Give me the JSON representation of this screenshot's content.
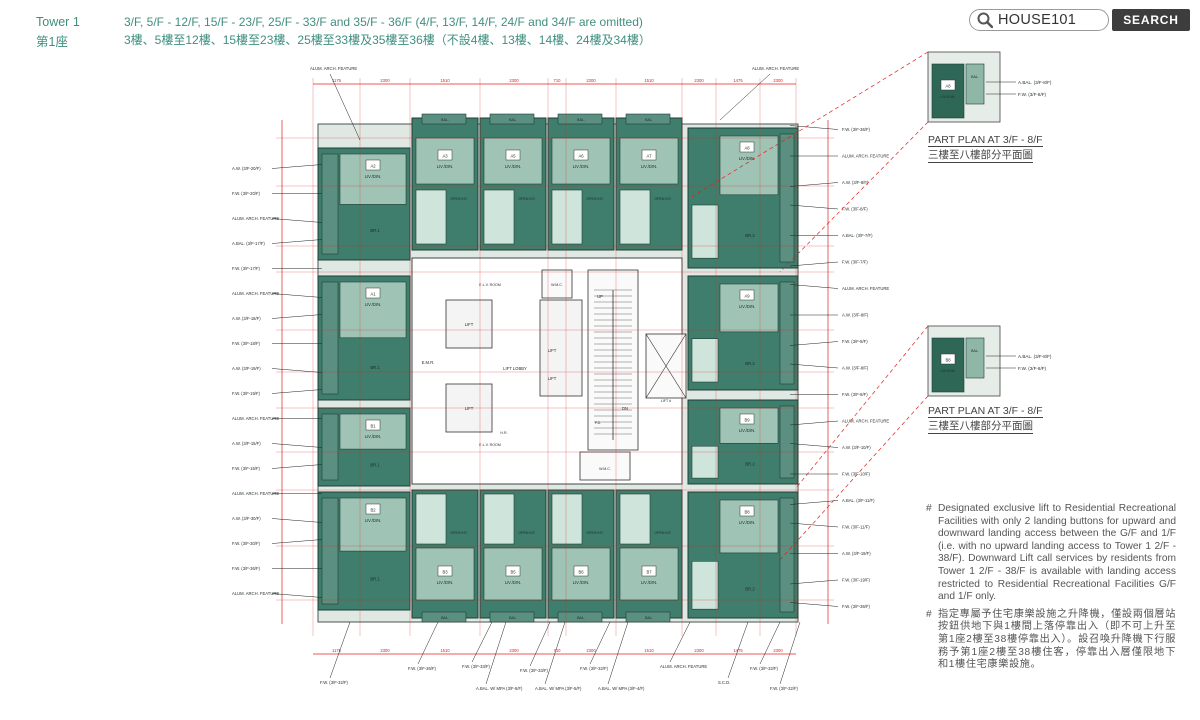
{
  "header": {
    "tower_en": "Tower 1",
    "tower_zh": "第1座",
    "floors_en": "3/F, 5/F - 12/F, 15/F - 23/F, 25/F - 33/F and 35/F - 36/F (4/F, 13/F, 14/F, 24/F and 34/F are omitted)",
    "floors_zh": "3樓、5樓至12樓、15樓至23樓、25樓至33樓及35樓至36樓（不設4樓、13樓、14樓、24樓及34樓）"
  },
  "search": {
    "brand": "HOUSE101",
    "button_label": "SEARCH"
  },
  "part_plans": [
    {
      "caption_en": "PART PLAN AT 3/F - 8/F",
      "caption_zh": "三樓至八樓部分平面圖"
    },
    {
      "caption_en": "PART PLAN AT 3/F - 8/F",
      "caption_zh": "三樓至八樓部分平面圖"
    }
  ],
  "notes": [
    {
      "mark": "#",
      "text": "Designated exclusive lift to Residential Recreational Facilities with only 2 landing buttons for upward and downward landing access between the G/F and 1/F (i.e. with no upward landing access to Tower 1 2/F - 38/F). Downward Lift call services by residents from Tower 1 2/F - 38/F is available with landing access restricted to Residential Recreational Facilities G/F and 1/F only."
    },
    {
      "mark": "#",
      "text": "指定專屬予住宅康樂設施之升降機，僅設兩個層站按鈕供地下與1樓間上落停靠出入（即不可上升至第1座2樓至38樓停靠出入）。設召喚升降機下行服務予第1座2樓至38樓住客，停靠出入層僅限地下和1樓住宅康樂設施。"
    }
  ],
  "plan": {
    "units_top": [
      "A3",
      "A5",
      "A6",
      "A7"
    ],
    "units_bottom": [
      "B3",
      "B5",
      "B6",
      "B7"
    ],
    "units_left": [
      "A2",
      "A1",
      "B1",
      "B2"
    ],
    "units_right": [
      "A8",
      "A9",
      "B9",
      "B8"
    ],
    "part_plan_units": [
      "A8",
      "B8"
    ],
    "room_liv": "LIV./DIN.",
    "room_br1": "BR.1",
    "room_br2": "BR.2",
    "room_bal": "BAL.",
    "room_kit": "OPEN KIT.",
    "core_lift": "LIFT",
    "core_lift_lobby": "LIFT LOBBY",
    "core_up": "UP",
    "core_dn": "DN",
    "core_emr": "E.M.R.",
    "core_elv": "E.L.V. ROOM",
    "core_wmc": "W.M.C.",
    "core_pd": "P.D.",
    "core_hr": "H.R.",
    "core_lift_hash": "LIFT #",
    "labels_left": [
      "A.W. (3/F-20/F)",
      "F.W. (3/F-20/F)",
      "ALUM. ARCH. FEATURE",
      "A.BAL. (3/F-17/F)",
      "F.W. (3/F-17/F)",
      "ALUM. ARCH. FEATURE",
      "A.W. (3/F-18/F)",
      "F.W. (3/F-18/F)",
      "A.W. (3/F-19/F)",
      "F.W. (3/F-19/F)",
      "ALUM. ARCH. FEATURE",
      "A.W. (3/F-15/F)",
      "F.W. (3/F-15/F)",
      "ALUM. ARCH. FEATURE",
      "A.W. (3/F-30/F)",
      "F.W. (3/F-30/F)",
      "F.W. (3/F-36/F)",
      "ALUM. ARCH. FEATURE"
    ],
    "labels_right": [
      "F.W. (3/F-36/F)",
      "ALUM. ARCH. FEATURE",
      "A.W. (3/F-8/F)",
      "F.W. (3/F-8/F)",
      "A.BAL. (3/F-7/F)",
      "F.W. (3/F-7/F)",
      "ALUM. ARCH. FEATURE",
      "A.W. (3/F-8/F)",
      "F.W. (3/F-8/F)",
      "A.W. (3/F-8/F)",
      "F.W. (3/F-8/F)",
      "ALUM. ARCH. FEATURE",
      "A.W. (3/F-10/F)",
      "F.W. (3/F-10/F)",
      "A.BAL. (3/F-11/F)",
      "F.W. (3/F-11/F)",
      "A.W. (3/F-19/F)",
      "F.W. (3/F-19/F)",
      "F.W. (3/F-36/F)"
    ],
    "labels_part_plan_1": [
      "A.BAL. (3/F-8/F)",
      "F.W. (3/F-8/F)"
    ],
    "labels_part_plan_2": [
      "A.BAL. (3/F-8/F)",
      "F.W. (3/F-8/F)"
    ],
    "label_top": "ALUM. ARCH. FEATURE",
    "labels_bottom": [
      "F.W. (3/F-32/F)",
      "F.W. (3/F-36/F)",
      "F.W. (3/F-33/F)",
      "A.BAL. W/ MPA (3/F-5/F)",
      "F.W. (3/F-33/F)",
      "A.BAL. W/ MPA (3/F-5/F)",
      "F.W. (3/F-32/F)",
      "A.BAL. W/ MPA (3/F-4/F)",
      "ALUM. ARCH. FEATURE",
      "S.C.D.",
      "F.W. (3/F-32/F)",
      "F.W. (3/F-32/F)"
    ],
    "dims_top": [
      "1175",
      "2300",
      "1510",
      "2300",
      "710",
      "2300",
      "1510",
      "2300",
      "1475",
      "2300"
    ],
    "dims_bottom": [
      "1175",
      "2300",
      "1510",
      "2300",
      "710",
      "2300",
      "1510",
      "2300",
      "1475",
      "2300"
    ]
  }
}
